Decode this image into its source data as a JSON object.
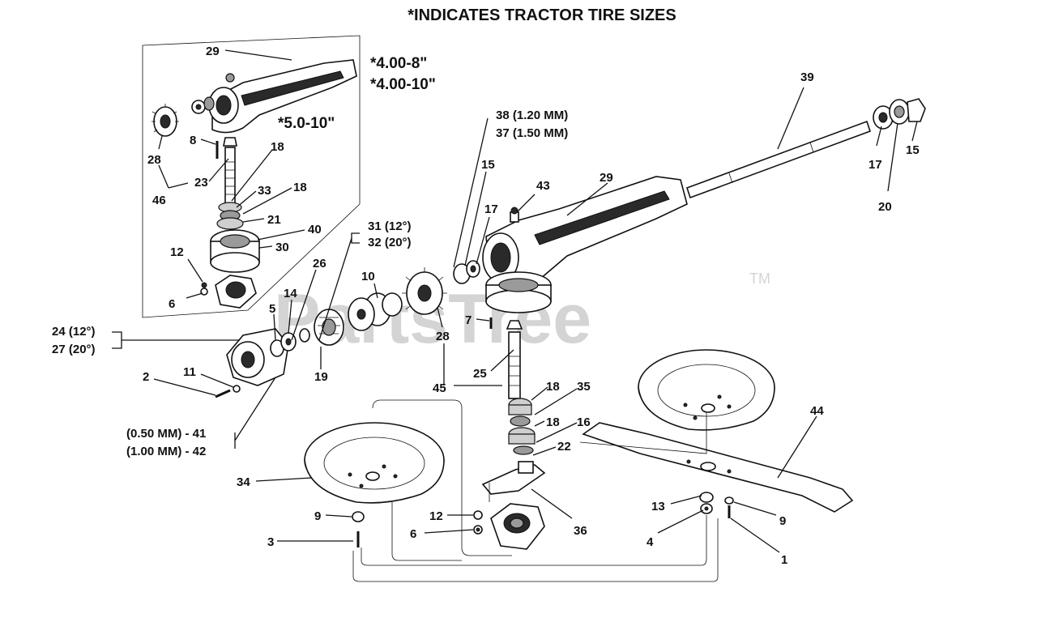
{
  "title": "*INDICATES TRACTOR TIRE SIZES",
  "watermark": "PartsTree",
  "trademark": "TM",
  "tire_sizes": [
    "*4.00-8\"",
    "*4.00-10\"",
    "*5.0-10\""
  ],
  "callouts": {
    "c29a": "29",
    "c8": "8",
    "c18a": "18",
    "c28a": "28",
    "c23": "23",
    "c33": "33",
    "c18b": "18",
    "c46": "46",
    "c21": "21",
    "c40": "40",
    "c30": "30",
    "c12a": "12",
    "c6a": "6",
    "c26": "26",
    "c14": "14",
    "c5": "5",
    "c24": "24 (12°)",
    "c27": "27 (20°)",
    "c2": "2",
    "c11": "11",
    "c19": "19",
    "c41": "(0.50 MM) - 41",
    "c42": "(1.00 MM) - 42",
    "c31": "31 (12°)",
    "c32": "32 (20°)",
    "c10": "10",
    "c28b": "28",
    "c45": "45",
    "c25": "25",
    "c7": "7",
    "c38": "38 (1.20 MM)",
    "c37": "37 (1.50 MM)",
    "c15a": "15",
    "c17a": "17",
    "c43": "43",
    "c29b": "29",
    "c39": "39",
    "c17b": "17",
    "c15b": "15",
    "c20": "20",
    "c18c": "18",
    "c35": "35",
    "c18d": "18",
    "c16": "16",
    "c22": "22",
    "c44": "44",
    "c34": "34",
    "c9a": "9",
    "c3": "3",
    "c12b": "12",
    "c6b": "6",
    "c36": "36",
    "c13": "13",
    "c4": "4",
    "c9b": "9",
    "c1": "1"
  }
}
